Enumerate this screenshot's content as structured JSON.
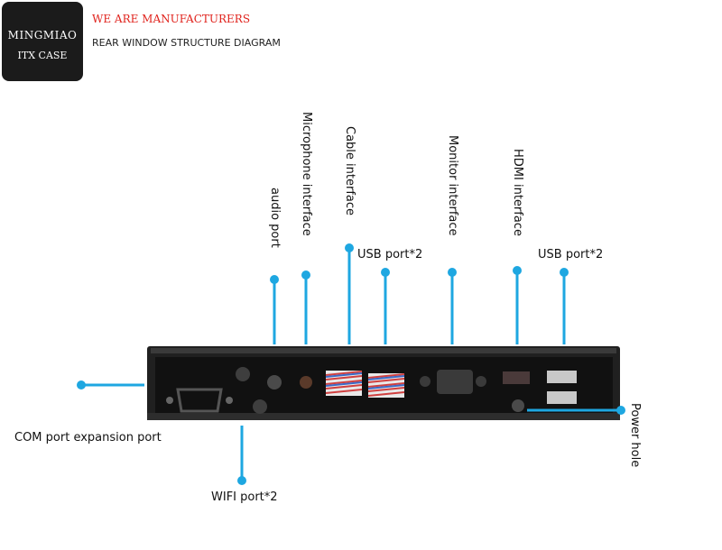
{
  "badge": {
    "line1": "MINGMIAO",
    "line2": "ITX CASE"
  },
  "header": {
    "tagline": "WE ARE MANUFACTURERS",
    "subtitle": "REAR WINDOW STRUCTURE DIAGRAM"
  },
  "labels": {
    "audio_port": "audio port",
    "microphone_interface": "Microphone interface",
    "cable_interface": "Cable interface",
    "usb_port_left": "USB port*2",
    "monitor_interface": "Monitor interface",
    "hdmi_interface": "HDMI interface",
    "usb_port_right": "USB port*2",
    "com_port": "COM port expansion port",
    "wifi_port": "WIFI port*2",
    "power_hole": "Power hole"
  },
  "colors": {
    "accent": "#1ea7e1",
    "tagline": "#e0231d",
    "badge_bg": "#1b1b1b"
  }
}
